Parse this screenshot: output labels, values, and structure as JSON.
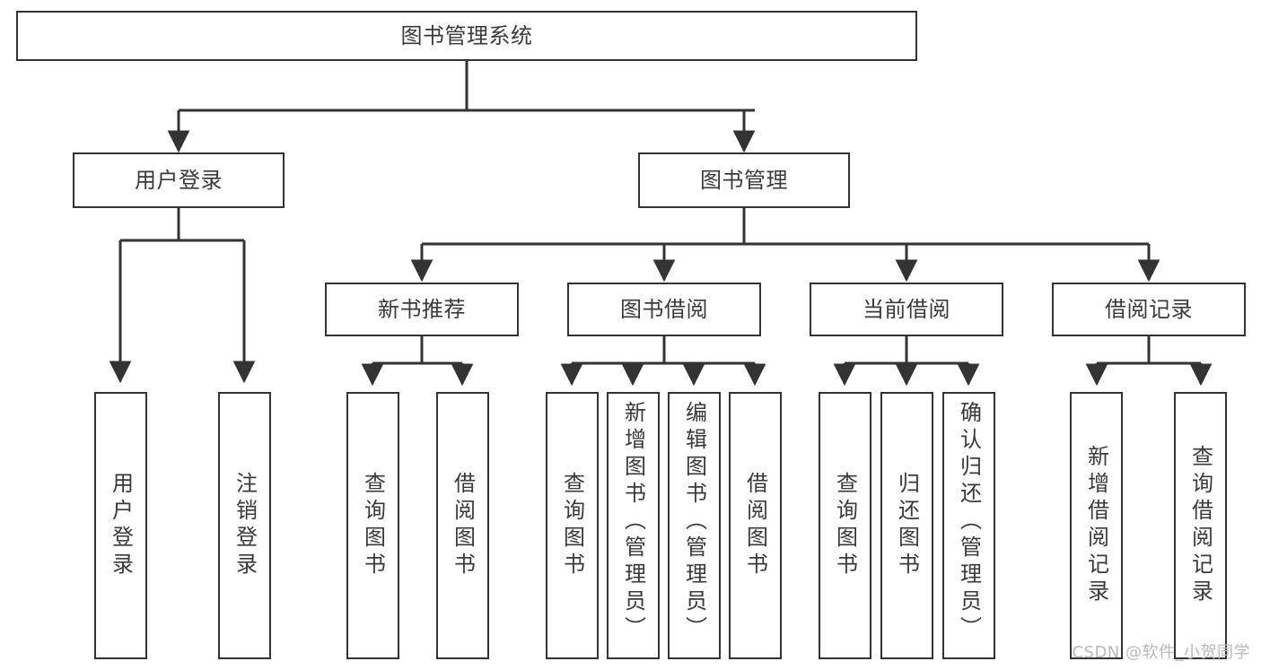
{
  "diagram": {
    "title": "图书管理系统",
    "type": "tree",
    "watermark": "CSDN @软件_小贺同学",
    "stroke_color": "#333333",
    "text_color": "#3a3a3a",
    "background": "#ffffff",
    "nodes": {
      "root": {
        "label": "图书管理系统",
        "level": 0,
        "orientation": "horizontal"
      },
      "l1_0": {
        "label": "用户登录",
        "level": 1,
        "orientation": "horizontal"
      },
      "l1_1": {
        "label": "图书管理",
        "level": 1,
        "orientation": "horizontal"
      },
      "l2_0": {
        "label": "新书推荐",
        "level": 2,
        "orientation": "horizontal"
      },
      "l2_1": {
        "label": "图书借阅",
        "level": 2,
        "orientation": "horizontal"
      },
      "l2_2": {
        "label": "当前借阅",
        "level": 2,
        "orientation": "horizontal"
      },
      "l2_3": {
        "label": "借阅记录",
        "level": 2,
        "orientation": "horizontal"
      },
      "leaf_0": {
        "label": "用户登录",
        "level": 3,
        "orientation": "vertical",
        "parent": "用户登录"
      },
      "leaf_1": {
        "label": "注销登录",
        "level": 3,
        "orientation": "vertical",
        "parent": "用户登录"
      },
      "leaf_2": {
        "label": "查询图书",
        "level": 3,
        "orientation": "vertical",
        "parent": "新书推荐"
      },
      "leaf_3": {
        "label": "借阅图书",
        "level": 3,
        "orientation": "vertical",
        "parent": "新书推荐"
      },
      "leaf_4": {
        "label": "查询图书",
        "level": 3,
        "orientation": "vertical",
        "parent": "图书借阅"
      },
      "leaf_5": {
        "label": "新增图书（管理员）",
        "level": 3,
        "orientation": "vertical",
        "parent": "图书借阅"
      },
      "leaf_6": {
        "label": "编辑图书（管理员）",
        "level": 3,
        "orientation": "vertical",
        "parent": "图书借阅"
      },
      "leaf_7": {
        "label": "借阅图书",
        "level": 3,
        "orientation": "vertical",
        "parent": "图书借阅"
      },
      "leaf_8": {
        "label": "查询图书",
        "level": 3,
        "orientation": "vertical",
        "parent": "当前借阅"
      },
      "leaf_9": {
        "label": "归还图书",
        "level": 3,
        "orientation": "vertical",
        "parent": "当前借阅"
      },
      "leaf_10": {
        "label": "确认归还（管理员）",
        "level": 3,
        "orientation": "vertical",
        "parent": "当前借阅"
      },
      "leaf_11": {
        "label": "新增借阅记录",
        "level": 3,
        "orientation": "vertical",
        "parent": "借阅记录"
      },
      "leaf_12": {
        "label": "查询借阅记录",
        "level": 3,
        "orientation": "vertical",
        "parent": "借阅记录"
      }
    }
  }
}
